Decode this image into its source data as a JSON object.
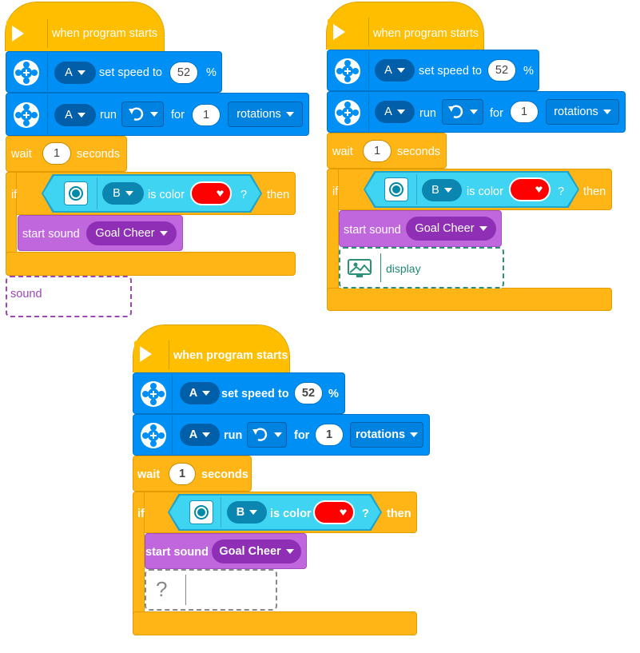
{
  "colors": {
    "event": "#ffbf00",
    "motor": "#0090f5",
    "control": "#ffb515",
    "sensor": "#3fd4f2",
    "sound": "#c167dd",
    "color_red": "#ff0000",
    "display_ghost": "#2e8f79",
    "sound_ghost": "#9d46b8"
  },
  "icons": {
    "hat": "play-icon",
    "motor": "motor-icon",
    "sensor": "color-sensor-icon",
    "direction": "counterclockwise-arrow-icon",
    "display": "image-display-icon",
    "unknown": "question-mark-icon"
  },
  "programs": [
    {
      "hat": {
        "label": "when program starts"
      },
      "speed": {
        "port": "A",
        "label": "set speed to",
        "value": "52",
        "unit": "%"
      },
      "run": {
        "port": "A",
        "label": "run",
        "for": "for",
        "amount": "1",
        "unit": "rotations"
      },
      "wait": {
        "label": "wait",
        "value": "1",
        "unit": "seconds"
      },
      "if": {
        "if": "if",
        "port": "B",
        "condition": "is color",
        "q": "?",
        "then": "then"
      },
      "sound": {
        "label": "start sound",
        "value": "Goal Cheer"
      },
      "ghost": {
        "label": "sound"
      }
    },
    {
      "hat": {
        "label": "when program starts"
      },
      "speed": {
        "port": "A",
        "label": "set speed to",
        "value": "52",
        "unit": "%"
      },
      "run": {
        "port": "A",
        "label": "run",
        "for": "for",
        "amount": "1",
        "unit": "rotations"
      },
      "wait": {
        "label": "wait",
        "value": "1",
        "unit": "seconds"
      },
      "if": {
        "if": "if",
        "port": "B",
        "condition": "is color",
        "q": "?",
        "then": "then"
      },
      "sound": {
        "label": "start sound",
        "value": "Goal Cheer"
      },
      "ghost": {
        "label": "display"
      }
    },
    {
      "hat": {
        "label": "when program starts"
      },
      "speed": {
        "port": "A",
        "label": "set speed to",
        "value": "52",
        "unit": "%"
      },
      "run": {
        "port": "A",
        "label": "run",
        "for": "for",
        "amount": "1",
        "unit": "rotations"
      },
      "wait": {
        "label": "wait",
        "value": "1",
        "unit": "seconds"
      },
      "if": {
        "if": "if",
        "port": "B",
        "condition": "is color",
        "q": "?",
        "then": "then"
      },
      "sound": {
        "label": "start sound",
        "value": "Goal Cheer"
      },
      "ghost": {
        "label": "?"
      }
    }
  ]
}
